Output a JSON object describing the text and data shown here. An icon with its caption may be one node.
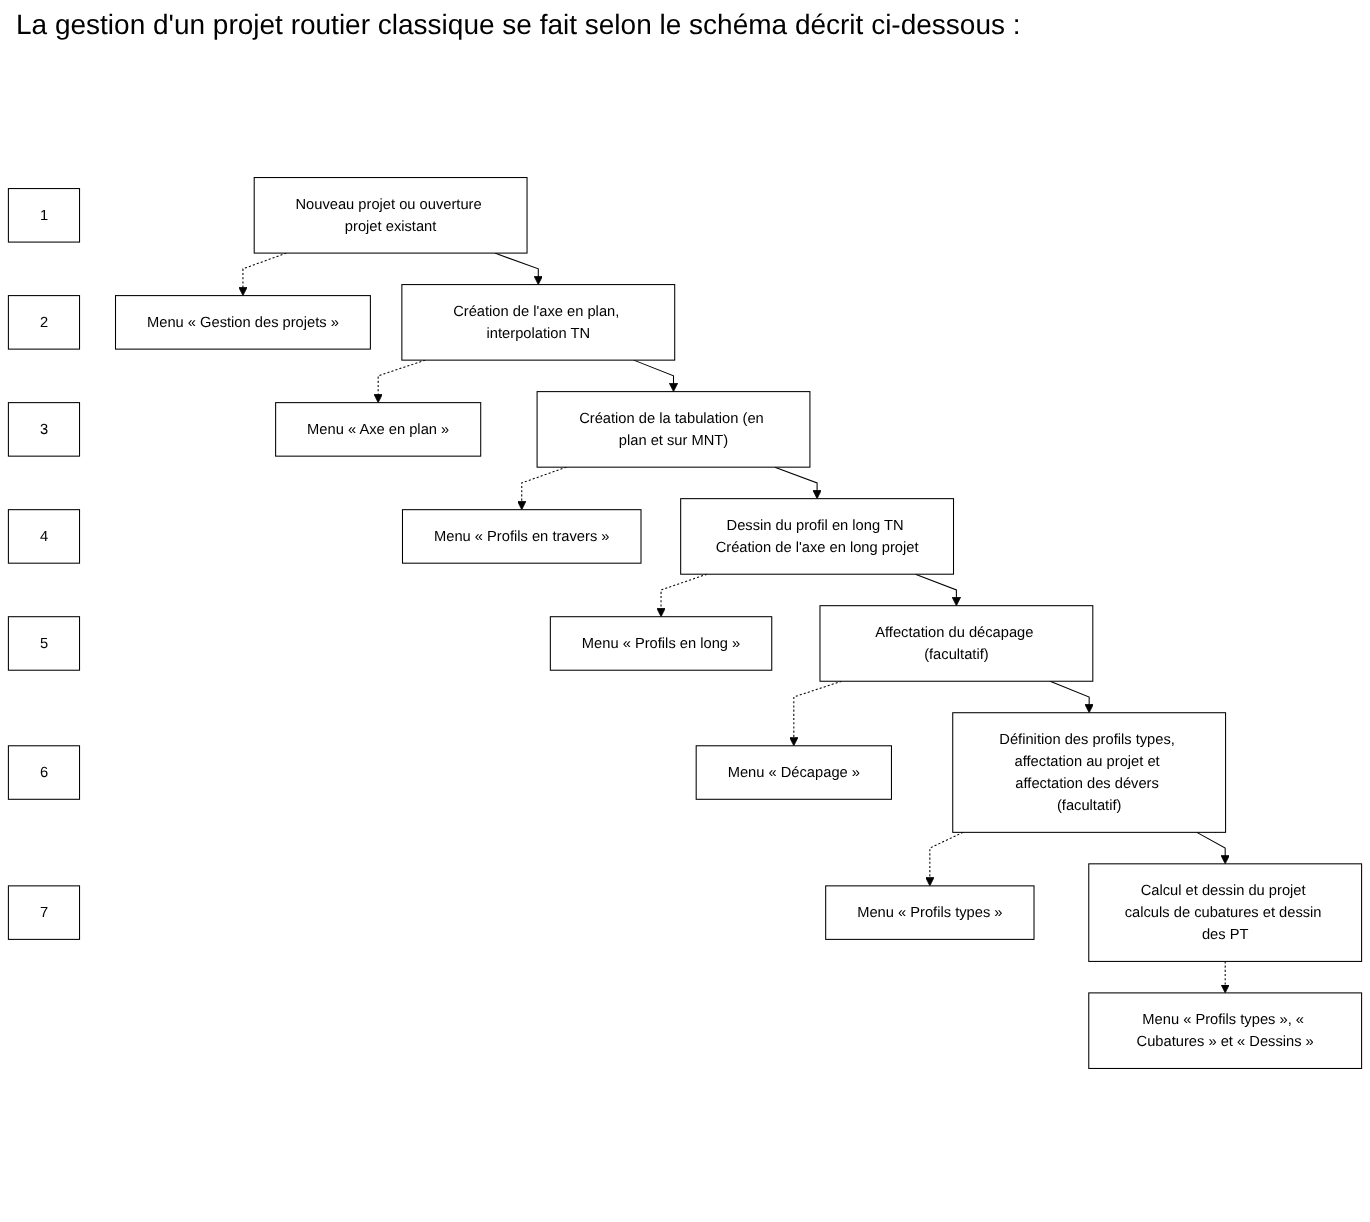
{
  "diagram": {
    "title": "La gestion d'un projet routier classique se fait selon le schéma décrit ci-dessous :",
    "nodes": [
      {
        "text": [
          "1"
        ]
      },
      {
        "text": [
          "Nouveau projet ou ouverture projet existant"
        ]
      },
      {
        "text": [
          "Menu « Gestion des projets »"
        ]
      },
      {
        "text": [
          "2"
        ]
      },
      {
        "text": [
          "Création de l'axe en plan, interpolation TN"
        ]
      },
      {
        "text": [
          "Menu « Axe en plan »"
        ]
      },
      {
        "text": [
          "3"
        ]
      },
      {
        "text": [
          "Création de la tabulation (en plan et sur MNT)"
        ]
      },
      {
        "text": [
          "Menu « Profils en travers »"
        ]
      },
      {
        "text": [
          "4"
        ]
      },
      {
        "text": [
          "Dessin du profil en long TN Création de l'axe en long projet"
        ]
      },
      {
        "text": [
          "Menu « Profils en long »"
        ]
      },
      {
        "text": [
          "5"
        ]
      },
      {
        "text": [
          "Affectation du décapage (facultatif)"
        ]
      },
      {
        "text": [
          "Menu « Décapage »"
        ]
      },
      {
        "text": [
          "6"
        ]
      },
      {
        "text": [
          "Définition des profils types, affectation au projet et affectation des dévers (facultatif)"
        ]
      },
      {
        "text": [
          "Menu « Profils types »"
        ]
      },
      {
        "text": [
          "7"
        ]
      },
      {
        "text": [
          "Calcul et dessin du projet calculs de cubatures et dessin des PT"
        ]
      },
      {
        "text": [
          "Menu « Profils types », « Cubatures » et « Dessins »"
        ]
      }
    ],
    "edges": [
      {
        "from": 1,
        "to": 2,
        "arrow": "to",
        "style": "dashed"
      },
      {
        "from": 1,
        "to": 4,
        "arrow": "to"
      },
      {
        "from": 4,
        "to": 5,
        "arrow": "to",
        "style": "dashed"
      },
      {
        "from": 4,
        "to": 7,
        "arrow": "to"
      },
      {
        "from": 7,
        "to": 8,
        "arrow": "to",
        "style": "dashed"
      },
      {
        "from": 7,
        "to": 10,
        "arrow": "to"
      },
      {
        "from": 10,
        "to": 11,
        "arrow": "to",
        "style": "dashed"
      },
      {
        "from": 10,
        "to": 13,
        "arrow": "to"
      },
      {
        "from": 13,
        "to": 14,
        "arrow": "to",
        "style": "dashed"
      },
      {
        "from": 13,
        "to": 16,
        "arrow": "to"
      },
      {
        "from": 16,
        "to": 17,
        "arrow": "to",
        "style": "dashed"
      },
      {
        "from": 16,
        "to": 19,
        "arrow": "to"
      },
      {
        "from": 19,
        "to": 20,
        "arrow": "to",
        "style": "dashed"
      }
    ]
  }
}
